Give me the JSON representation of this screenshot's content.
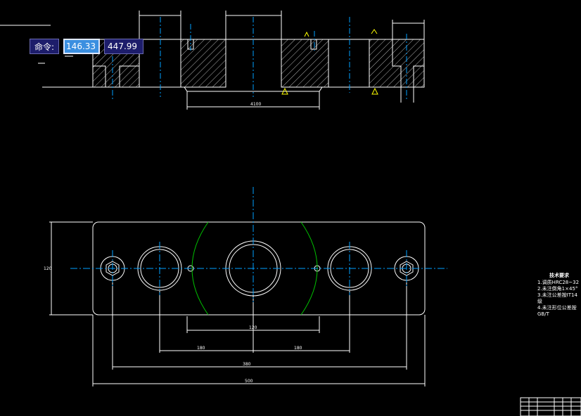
{
  "command_line": {
    "label": "命令:",
    "x_value": "146.33",
    "y_value": "447.99"
  },
  "colors": {
    "background": "#000000",
    "geometry": "#ffffff",
    "centerline": "#00a0ff",
    "arc": "#00c000",
    "hatch": "#ffffff",
    "symbol": "#ffff00"
  },
  "tech_notes": {
    "title": "技术要求",
    "items": [
      "1.调质HRC28~32",
      "2.未注倒角1×45°",
      "3.未注公差按IT14级",
      "4.未注形位公差按GB/T"
    ]
  },
  "dimensions": {
    "front_total": "4100",
    "plan_center_pitch": "120",
    "plan_left_pitch": "180",
    "plan_right_pitch": "180",
    "plan_hole_pitch": "380",
    "plan_total_length": "500",
    "plan_height": "120"
  }
}
